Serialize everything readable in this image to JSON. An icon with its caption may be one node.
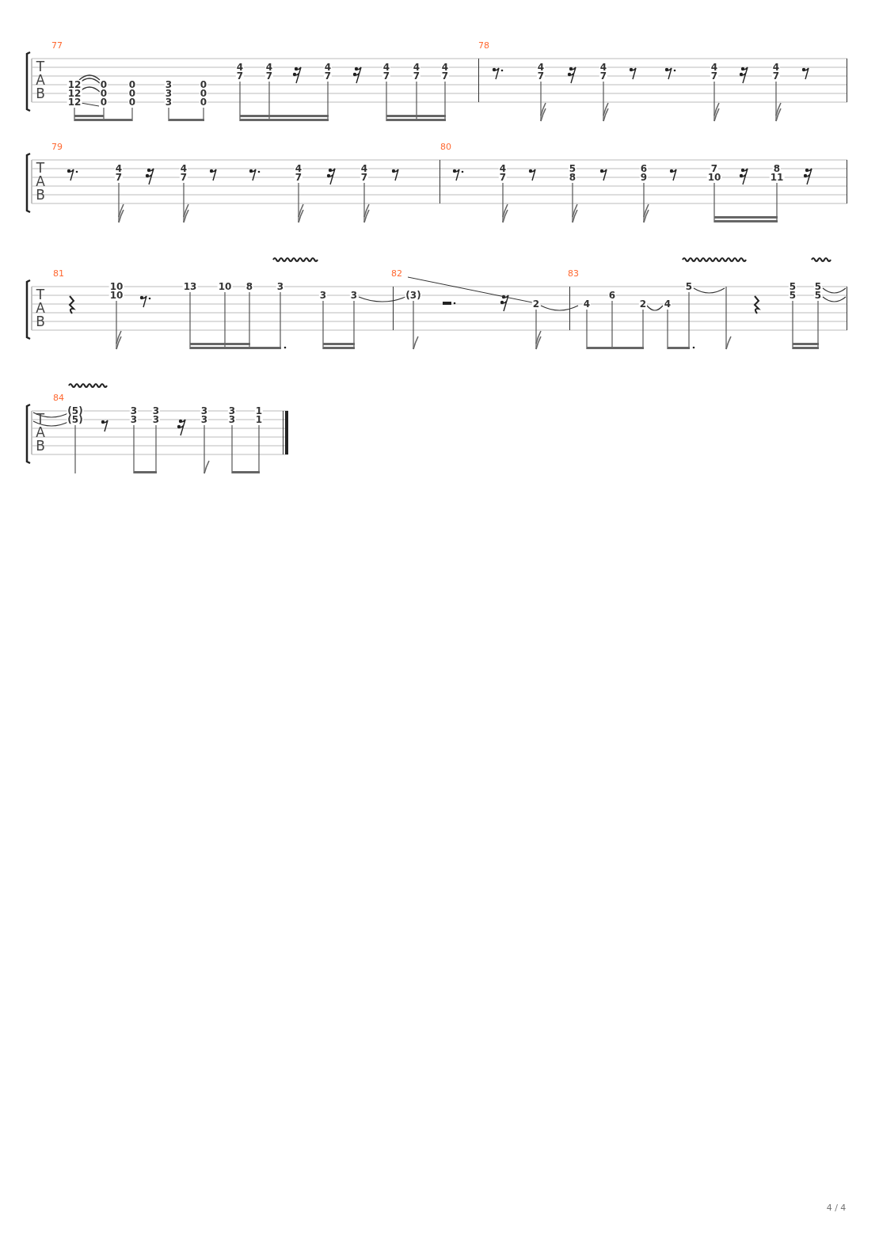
{
  "diagram": {
    "labels": [
      "77",
      "T",
      "A",
      "B",
      "12",
      "12",
      "12",
      "0",
      "0",
      "0",
      "0",
      "0",
      "0",
      "3",
      "3",
      "3",
      "0",
      "0",
      "0",
      "4",
      "7",
      "4",
      "7",
      "4",
      "7",
      "4",
      "7",
      "4",
      "7",
      "4",
      "7",
      "78",
      "4",
      "7",
      "4",
      "7",
      "4",
      "7",
      "4",
      "7",
      "79",
      "T",
      "A",
      "B",
      "4",
      "7",
      "4",
      "7",
      "4",
      "7",
      "4",
      "7",
      "80",
      "4",
      "7",
      "5",
      "8",
      "6",
      "9",
      "7",
      "10",
      "8",
      "11",
      "81",
      "T",
      "A",
      "B",
      "10",
      "10",
      "13",
      "10",
      "8",
      "3",
      "3",
      "3",
      "82",
      "(3)",
      "2",
      "83",
      "4",
      "6",
      "2",
      "4",
      "5",
      "5",
      "5",
      "5",
      "5",
      "84",
      "T",
      "A",
      "B",
      "(5)",
      "(5)",
      "3",
      "3",
      "3",
      "3",
      "3",
      "3",
      "3",
      "3",
      "1",
      "1",
      "4 / 4"
    ]
  }
}
